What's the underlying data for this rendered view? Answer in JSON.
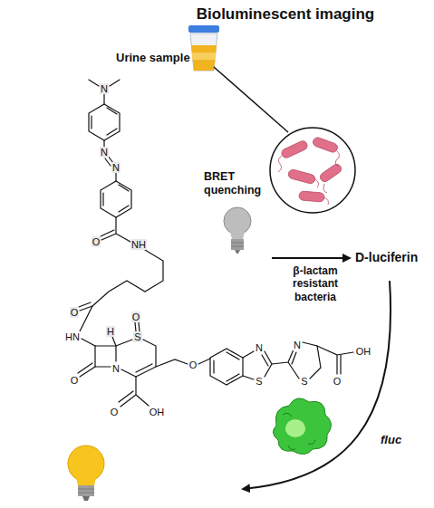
{
  "diagram": {
    "nodes": [
      {
        "text": [
          "BRET quenching"
        ]
      }
    ],
    "labels": [
      "Bioluminescent imaging",
      "Urine sample",
      "β-lactam resistant bacteria",
      "D-luciferin",
      "fluc",
      "N",
      "N",
      "N",
      "O",
      "NH",
      "O",
      "HN",
      "H",
      "S",
      "O",
      "O",
      "N",
      "O",
      "OH",
      "O",
      "N",
      "S",
      "N",
      "S",
      "O",
      "OH"
    ]
  }
}
